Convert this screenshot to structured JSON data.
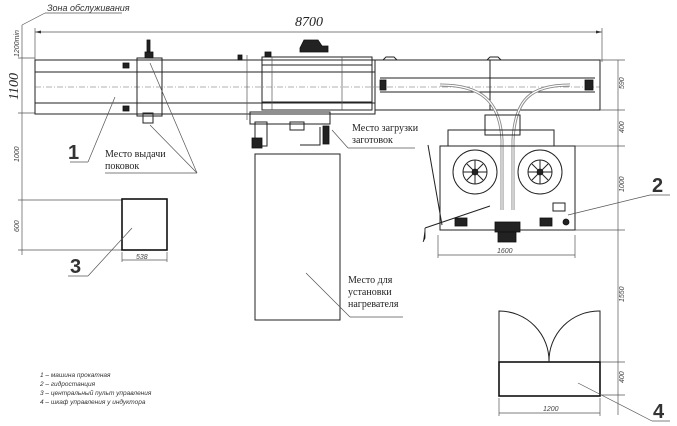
{
  "diagram": {
    "service_zone_label": "Зона обслуживания",
    "dimensions": {
      "overall_width": "8700",
      "machine_width": "1100",
      "service_gap": "1200min",
      "gap_to_console": "1000",
      "console_height": "600",
      "console_width": "538",
      "hydro_top": "590",
      "hydro_gap": "400",
      "hydro_body": "1000",
      "hydro_width": "1600",
      "to_cabinet": "1550",
      "cabinet_depth": "400",
      "cabinet_width": "1200"
    },
    "callouts": {
      "output_place": [
        "Место выдачи",
        "поковок"
      ],
      "loading_place": [
        "Место загрузки",
        "заготовок"
      ],
      "heater_place": [
        "Место для",
        "установки",
        "нагревателя"
      ]
    },
    "item_numbers": [
      "1",
      "2",
      "3",
      "4"
    ],
    "legend": [
      "1 – машина прокатная",
      "2 – гидростанция",
      "3 – центральный пульт управления",
      "4 – шкаф управления у индуктора"
    ]
  }
}
